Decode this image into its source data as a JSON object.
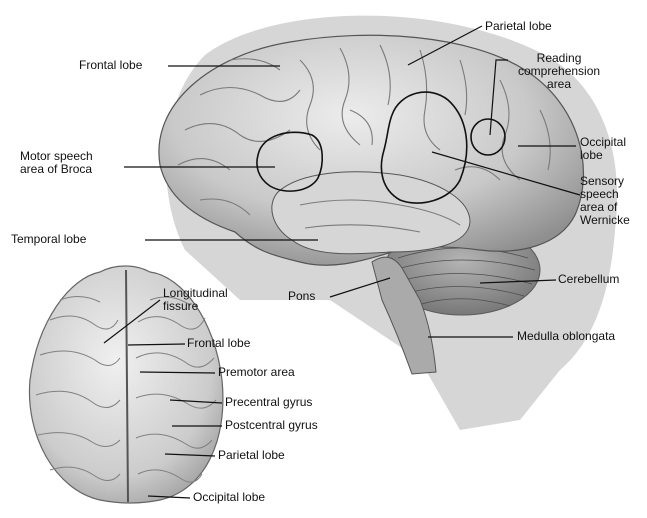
{
  "colors": {
    "background": "#ffffff",
    "brain_fill": "#cfcfcf",
    "brain_shade": "#9a9a9a",
    "leader_line": "#111111",
    "region_outline": "#111111"
  },
  "lateral_view": {
    "labels": {
      "frontal_lobe": "Frontal lobe",
      "parietal_lobe": "Parietal lobe",
      "reading_area": [
        "Reading",
        "comprehension",
        "area"
      ],
      "occipital_lobe": [
        "Occipital",
        "lobe"
      ],
      "broca_area": [
        "Motor speech",
        "area of Broca"
      ],
      "wernicke_area": [
        "Sensory",
        "speech",
        "area of",
        "Wernicke"
      ],
      "temporal_lobe": "Temporal lobe",
      "pons": "Pons",
      "cerebellum": "Cerebellum",
      "medulla": "Medulla oblongata"
    }
  },
  "superior_view": {
    "labels": {
      "longitudinal_fissure": [
        "Longitudinal",
        "fissure"
      ],
      "frontal_lobe": "Frontal lobe",
      "premotor_area": "Premotor area",
      "precentral_gyrus": "Precentral gyrus",
      "postcentral_gyrus": "Postcentral gyrus",
      "parietal_lobe": "Parietal lobe",
      "occipital_lobe": "Occipital lobe"
    }
  }
}
